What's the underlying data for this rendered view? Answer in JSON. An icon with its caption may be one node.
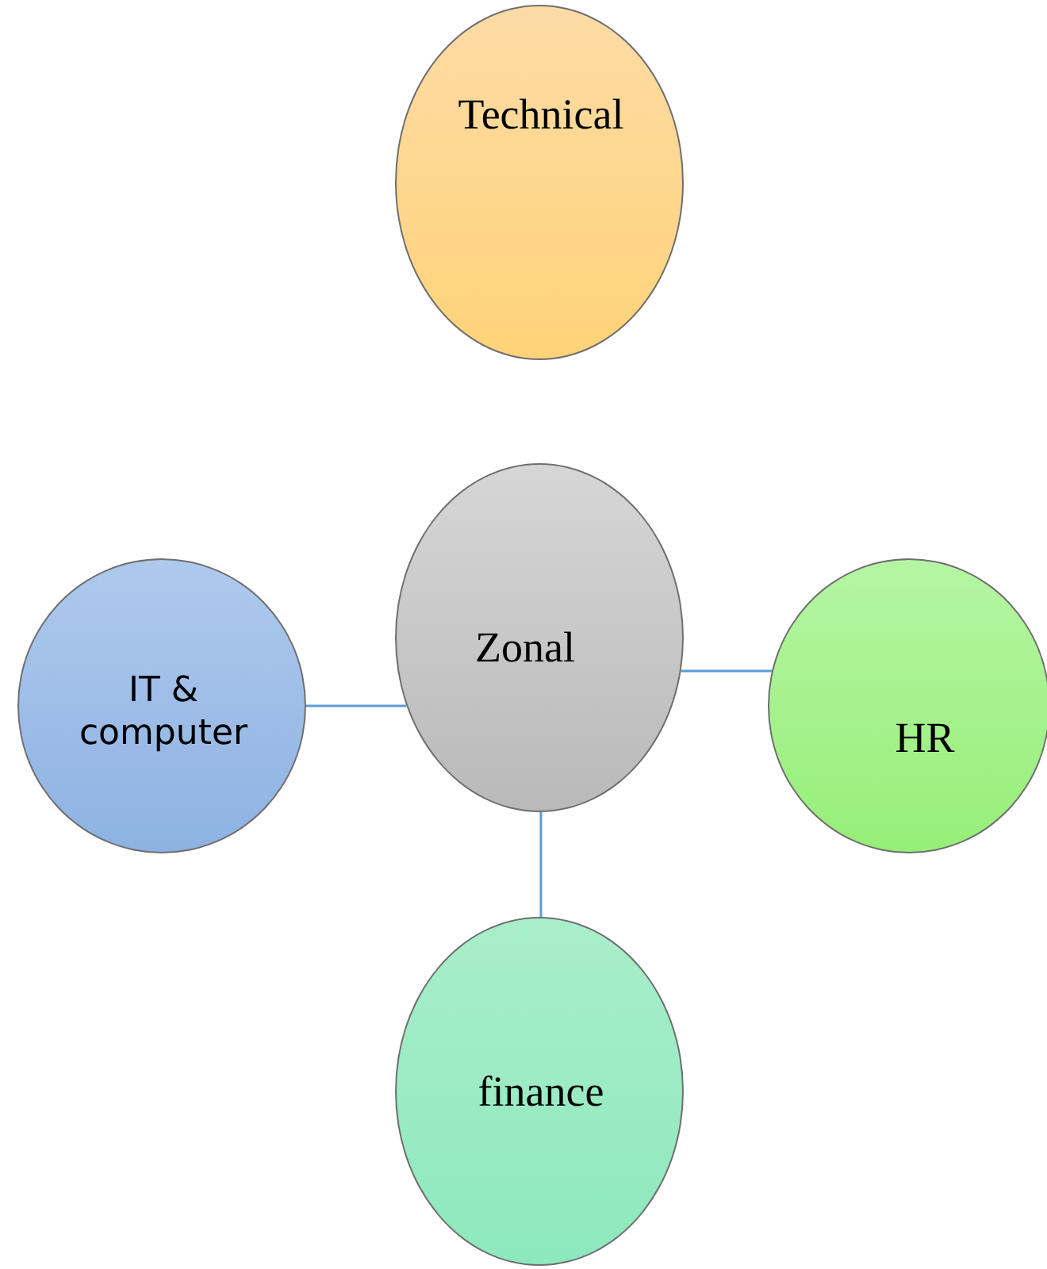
{
  "diagram": {
    "nodes": [
      {
        "text": [
          "Technical"
        ]
      },
      {
        "text": [
          "IT & computer"
        ]
      },
      {
        "text": [
          "Zonal"
        ]
      },
      {
        "text": [
          "HR"
        ]
      },
      {
        "text": [
          "finance"
        ]
      }
    ],
    "edges": [
      {
        "from": 1,
        "to": 2,
        "arrow": "none"
      },
      {
        "from": 2,
        "to": 3,
        "arrow": "none"
      },
      {
        "from": 2,
        "to": 4,
        "arrow": "none"
      }
    ]
  }
}
